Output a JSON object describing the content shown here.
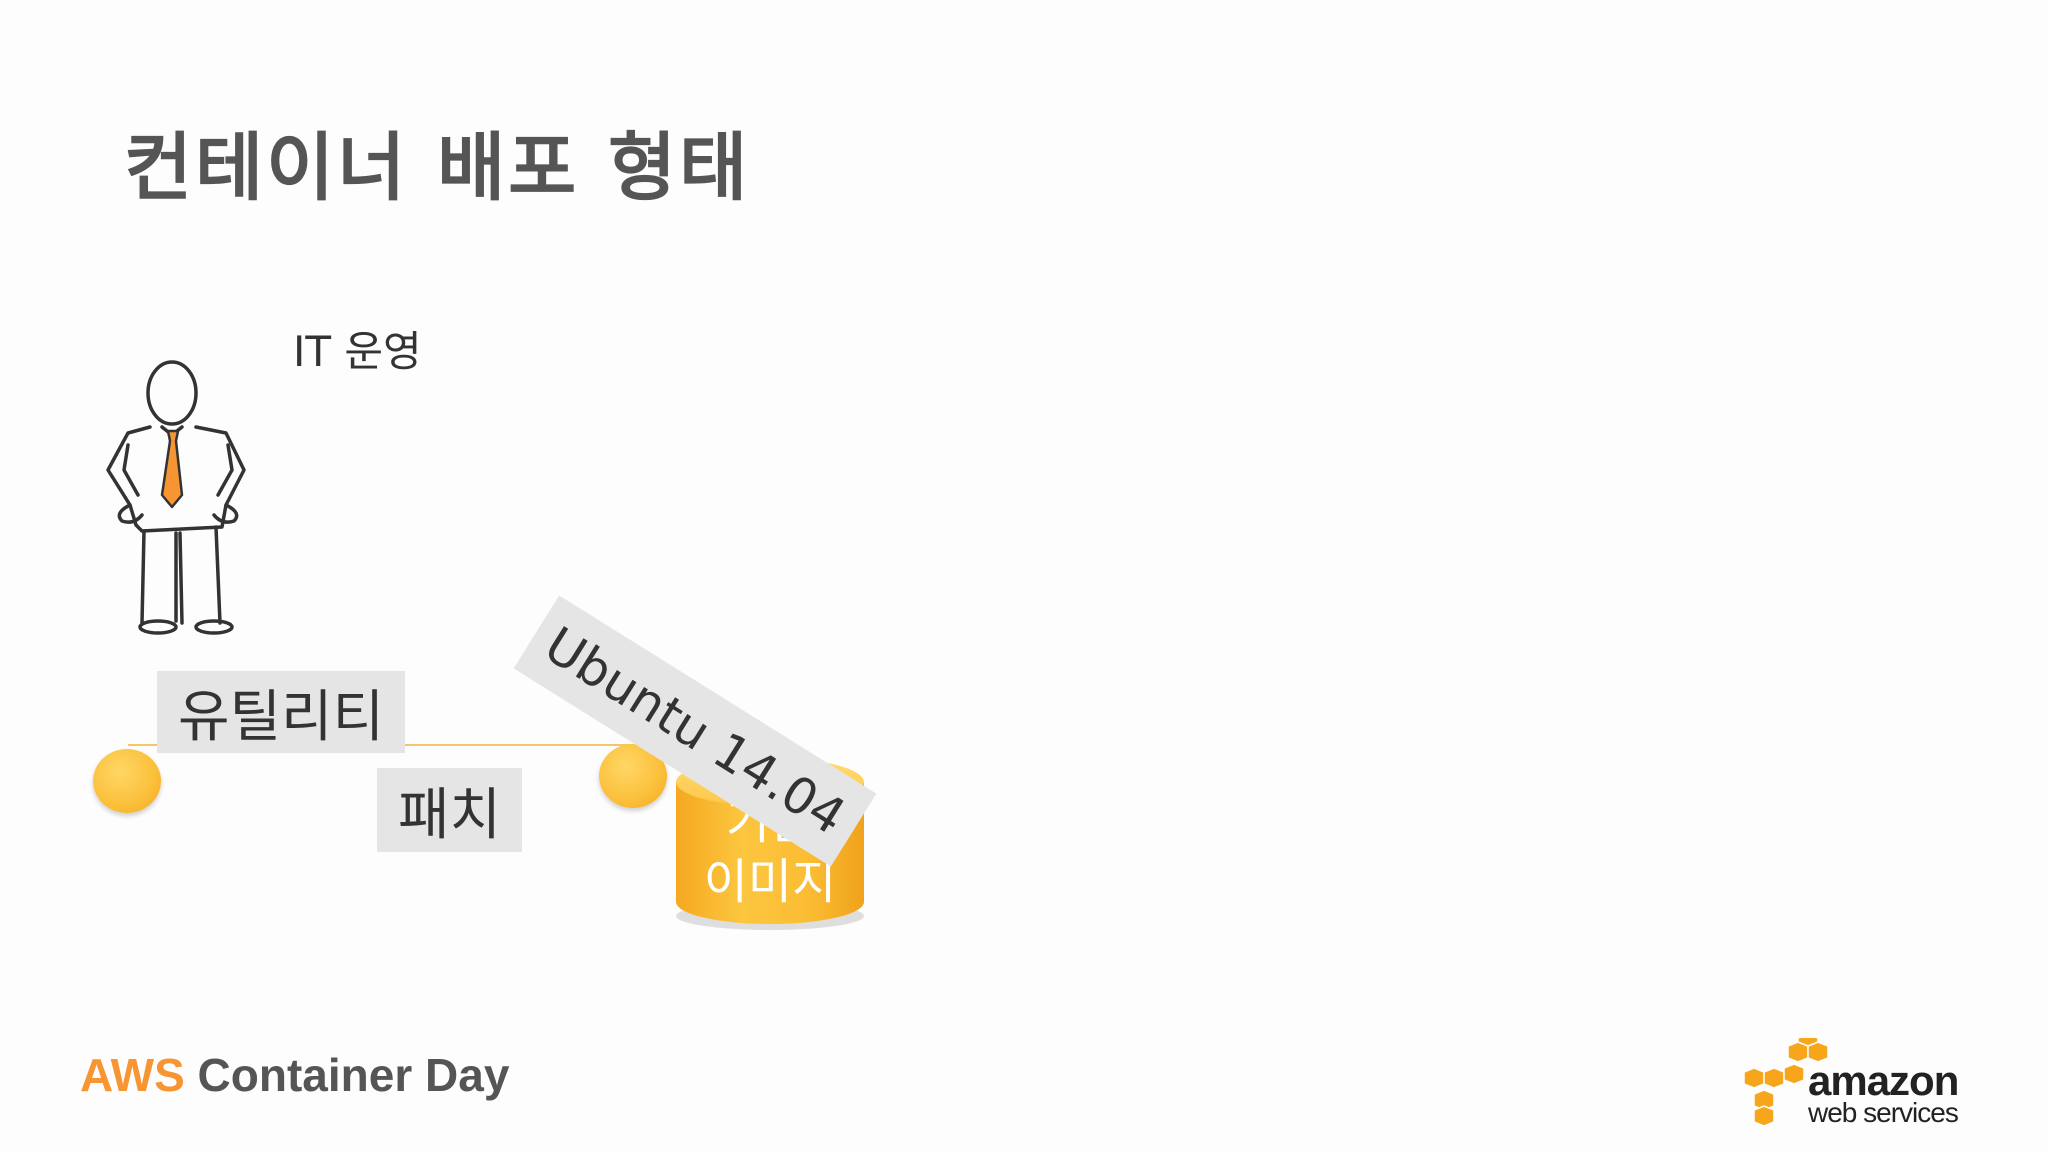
{
  "slide": {
    "title": "컨테이너 배포 형태",
    "role_label": "IT 운영",
    "utility_label": "유틸리티",
    "patch_label": "패치",
    "base_image_line1": "기본",
    "base_image_line2": "이미지",
    "os_label": "Ubuntu 14.04"
  },
  "footer": {
    "brand_highlight": "AWS",
    "brand_rest": " Container Day",
    "logo_word": "amazon",
    "logo_sub": "web services"
  },
  "colors": {
    "accent": "#f79532",
    "dot": "#fbbf3a",
    "label_bg": "#e6e5e6",
    "title": "#555555"
  },
  "icons": {
    "person": "stick-figure-icon",
    "logo": "aws-cubes-icon"
  }
}
